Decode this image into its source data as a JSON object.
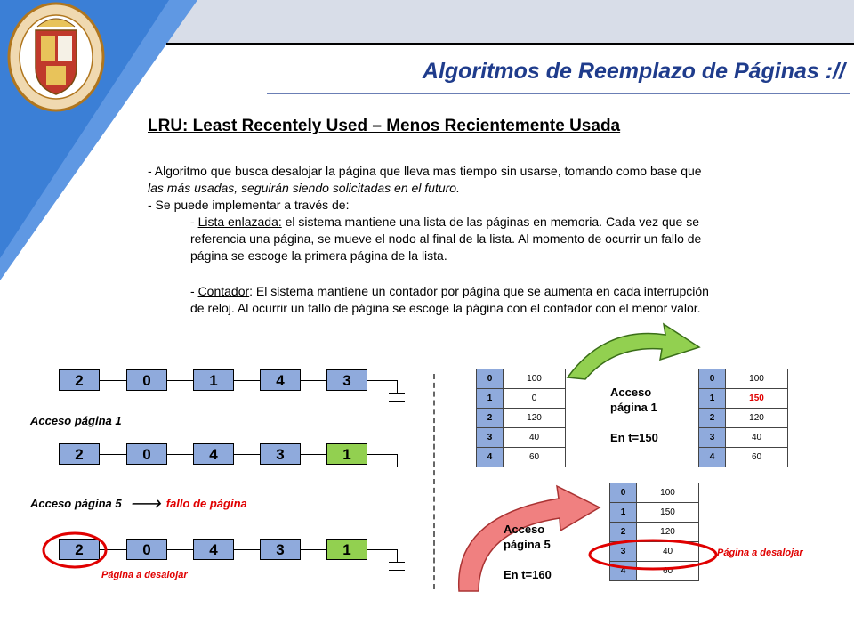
{
  "title": "Algoritmos de Reemplazo de Páginas ://",
  "subtitle": "LRU: Least Recentely Used – Menos Recientemente Usada",
  "para1": "- Algoritmo que busca desalojar la página que lleva mas tiempo sin usarse, tomando como base que",
  "para1_italic": "las más usadas, seguirán siendo solicitadas en el futuro.",
  "para2": "- Se puede implementar a través de:",
  "lista_label": "Lista enlazada:",
  "lista_line1": " el sistema mantiene una lista de las páginas en memoria. Cada vez que se",
  "lista_line2": "referencia una página, se mueve el nodo al final de la lista. Al momento de ocurrir un fallo de",
  "lista_line3": "página se escoge la primera página de la lista.",
  "contador_label": "Contador",
  "contador_line1": ": El sistema mantiene un contador por página que se aumenta en cada interrupción",
  "contador_line2": "de reloj. Al ocurrir un fallo de página se escoge la página con el contador con el menor valor.",
  "lists": {
    "row1": [
      "2",
      "0",
      "1",
      "4",
      "3"
    ],
    "row2": [
      "2",
      "0",
      "4",
      "3",
      "1"
    ],
    "row3": [
      "2",
      "0",
      "4",
      "3",
      "1"
    ],
    "prefix": "- ",
    "label1": "Acceso página 1",
    "label2": "Acceso página 5",
    "fallo": "fallo de página",
    "arrow": "🡒",
    "desalojar": "Página a desalojar"
  },
  "tables": {
    "t1": {
      "idx": [
        "0",
        "1",
        "2",
        "3",
        "4"
      ],
      "val": [
        "100",
        "0",
        "120",
        "40",
        "60"
      ]
    },
    "t2": {
      "idx": [
        "0",
        "1",
        "2",
        "3",
        "4"
      ],
      "val": [
        "100",
        "150",
        "120",
        "40",
        "60"
      ]
    },
    "t3": {
      "idx": [
        "0",
        "1",
        "2",
        "3",
        "4"
      ],
      "val": [
        "100",
        "150",
        "120",
        "40",
        "60"
      ]
    },
    "acceso1_a": "Acceso",
    "acceso1_b": "página 1",
    "acceso1_t": "En t=150",
    "acceso5_a": "Acceso",
    "acceso5_b": "página 5",
    "acceso5_t": "En t=160",
    "desalojar": "Página a desalojar"
  },
  "colors": {
    "node": "#8faadc",
    "node_highlight": "#92d050",
    "accent_red": "#e00000",
    "title_blue": "#1f3c8c"
  }
}
